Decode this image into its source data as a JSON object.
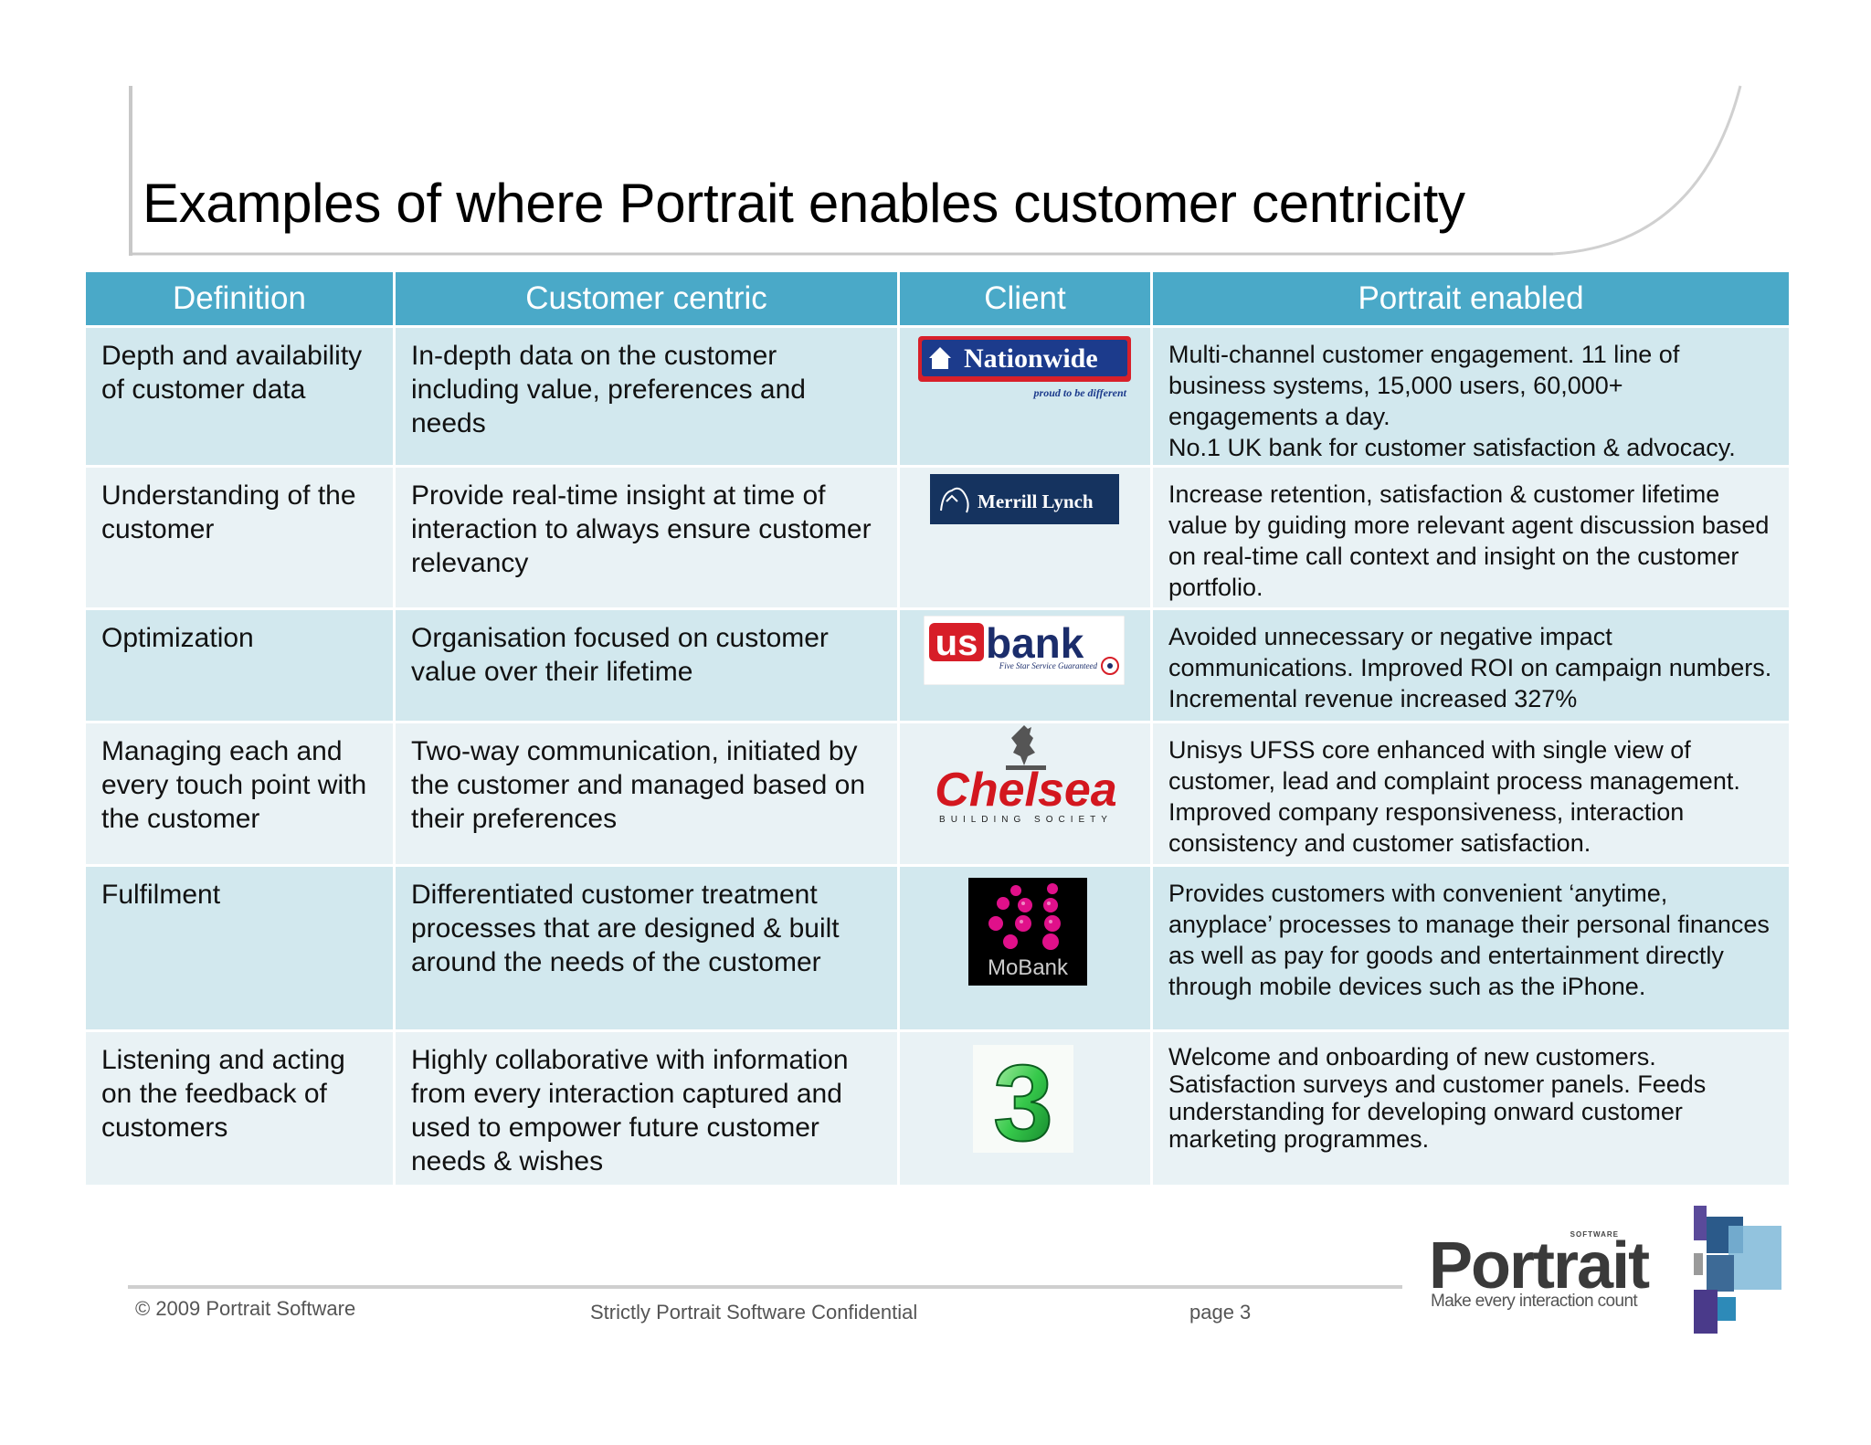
{
  "title": "Examples of where Portrait enables customer centricity",
  "table": {
    "headers": [
      "Definition",
      "Customer centric",
      "Client",
      "Portrait enabled"
    ],
    "rows": [
      {
        "definition": "Depth and availability of customer data",
        "customer_centric": "In-depth data on the customer including value, preferences and needs",
        "client_logo_text": "Nationwide",
        "client_logo_tagline": "proud to be different",
        "portrait_enabled": "Multi-channel customer engagement. 11 line of business systems, 15,000 users, 60,000+ engagements a day.",
        "portrait_enabled_extra": "No.1 UK bank for customer satisfaction & advocacy."
      },
      {
        "definition": "Understanding of the customer",
        "customer_centric": "Provide real-time insight at time of interaction to always ensure customer relevancy",
        "client_logo_text": "Merrill Lynch",
        "portrait_enabled": "Increase retention, satisfaction & customer lifetime value by guiding more relevant agent discussion based on real-time call context and insight on the customer portfolio."
      },
      {
        "definition": "Optimization",
        "customer_centric": "Organisation focused on customer value over their lifetime",
        "client_logo_text_a": "us",
        "client_logo_text_b": "bank",
        "client_logo_tagline": "Five Star Service Guaranteed",
        "portrait_enabled": "Avoided unnecessary or negative impact communications. Improved ROI on campaign numbers. Incremental revenue increased 327%"
      },
      {
        "definition": "Managing each and every touch point with the customer",
        "customer_centric": "Two-way communication, initiated by the customer and managed based on their preferences",
        "client_logo_text": "Chelsea",
        "client_logo_tagline": "BUILDING SOCIETY",
        "portrait_enabled": "Unisys UFSS core enhanced with single view of customer, lead and complaint process management. Improved company responsiveness, interaction consistency and customer satisfaction."
      },
      {
        "definition": "Fulfilment",
        "customer_centric": "Differentiated customer treatment processes that are designed  & built around the needs of the customer",
        "client_logo_text": "MoBank",
        "portrait_enabled": "Provides customers with convenient ‘anytime, anyplace’ processes to manage their personal finances as well as pay for goods and entertainment directly through mobile devices such as the iPhone."
      },
      {
        "definition": "Listening and acting on the feedback of customers",
        "customer_centric": "Highly collaborative with information from every interaction captured and used to empower future customer needs & wishes",
        "client_logo_text": "3",
        "portrait_enabled": "Welcome and onboarding of new customers. Satisfaction surveys and customer panels. Feeds understanding for developing onward customer marketing programmes."
      }
    ]
  },
  "footer": {
    "copyright": "© 2009 Portrait Software",
    "confidential": "Strictly Portrait Software Confidential",
    "page": "page 3"
  },
  "brand": {
    "name": "Portrait",
    "super": "SOFTWARE",
    "tagline": "Make every interaction count"
  },
  "colors": {
    "header_bg": "#4aa9c8",
    "row_dark": "#d2e8ee",
    "row_light": "#e9f2f5"
  }
}
